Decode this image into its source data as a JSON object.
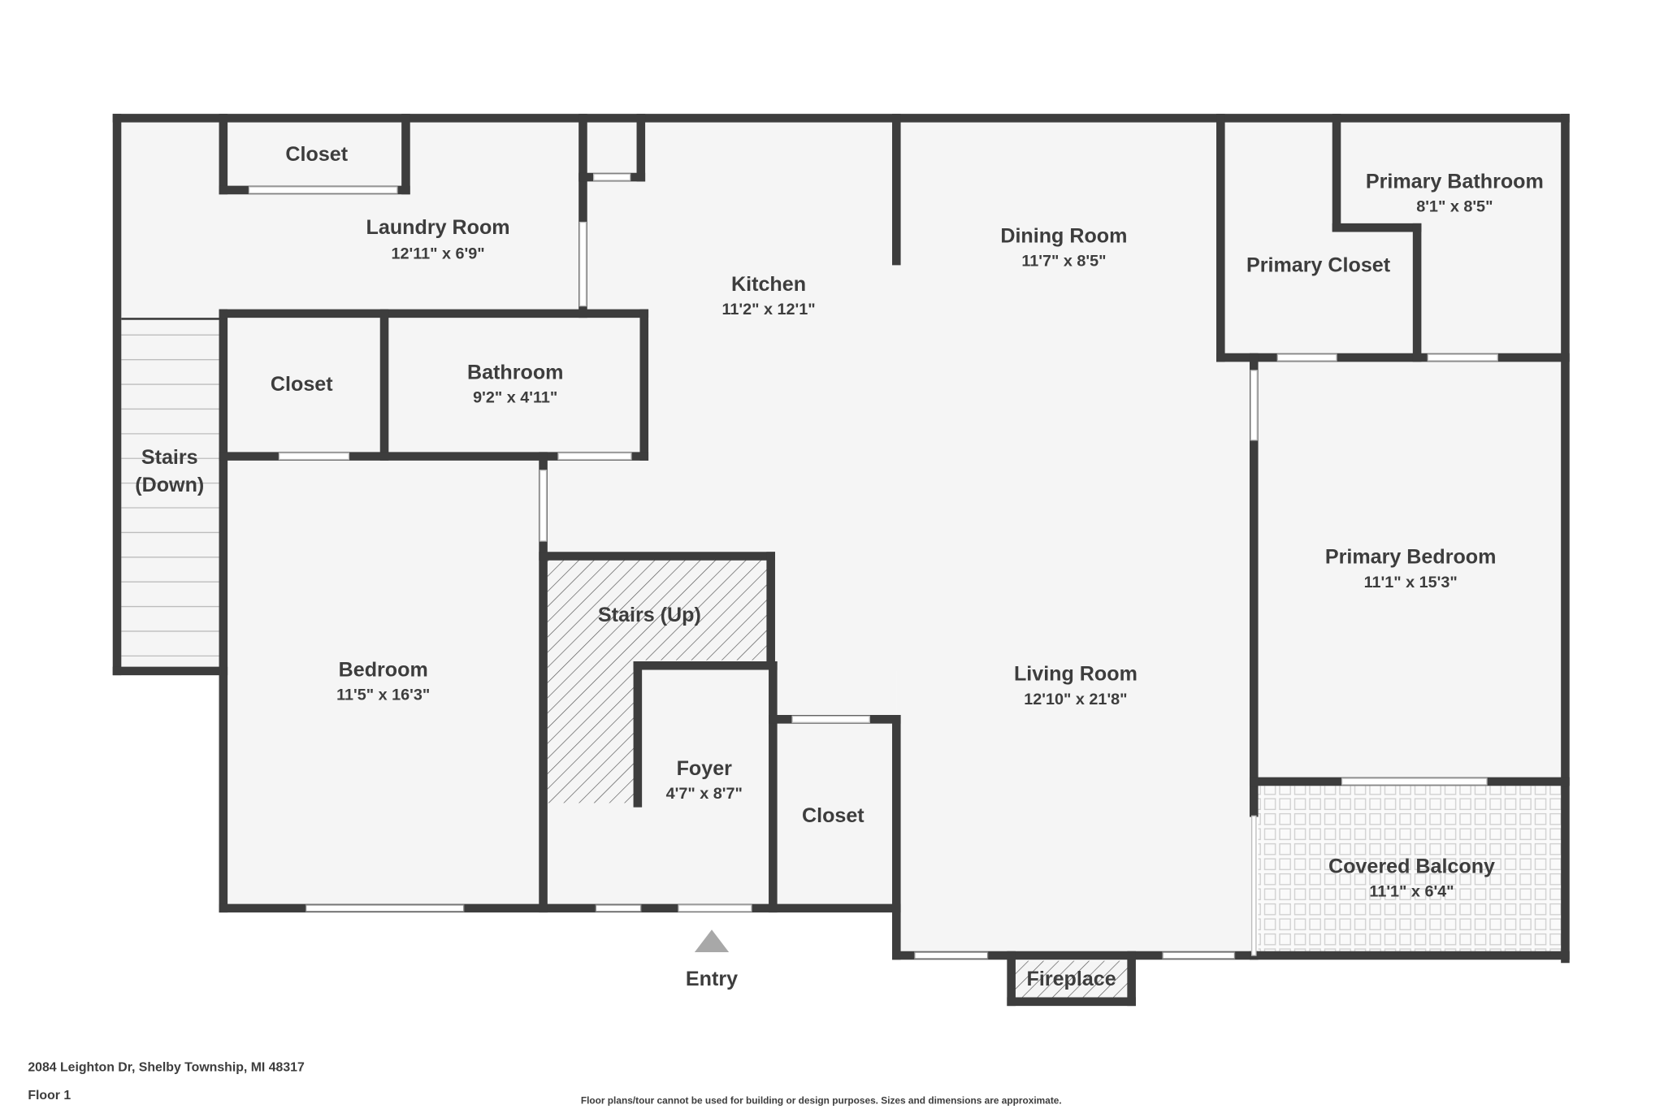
{
  "rooms": [
    {
      "name": "Closet",
      "dims": ""
    },
    {
      "name": "Laundry Room",
      "dims": "12'11\" x 6'9\""
    },
    {
      "name": "Kitchen",
      "dims": "11'2\" x 12'1\""
    },
    {
      "name": "Dining Room",
      "dims": "11'7\" x 8'5\""
    },
    {
      "name": "Primary Bathroom",
      "dims": "8'1\" x 8'5\""
    },
    {
      "name": "Primary Closet",
      "dims": ""
    },
    {
      "name": "Closet",
      "dims": ""
    },
    {
      "name": "Bathroom",
      "dims": "9'2\" x 4'11\""
    },
    {
      "name": "Stairs",
      "dims": "(Down)"
    },
    {
      "name": "Primary Bedroom",
      "dims": "11'1\" x 15'3\""
    },
    {
      "name": "Stairs (Up)",
      "dims": ""
    },
    {
      "name": "Bedroom",
      "dims": "11'5\" x 16'3\""
    },
    {
      "name": "Living Room",
      "dims": "12'10\" x 21'8\""
    },
    {
      "name": "Foyer",
      "dims": "4'7\" x 8'7\""
    },
    {
      "name": "Closet",
      "dims": ""
    },
    {
      "name": "Covered Balcony",
      "dims": "11'1\" x 6'4\""
    },
    {
      "name": "Fireplace",
      "dims": ""
    }
  ],
  "entry_label": "Entry",
  "footer": {
    "address": "2084 Leighton Dr, Shelby Township, MI 48317",
    "floor": "Floor 1",
    "disclaimer": "Floor plans/tour cannot be used for building or design purposes. Sizes and dimensions are approximate."
  },
  "colors": {
    "wall": "#3d3d3d",
    "floor": "#f5f5f5",
    "background": "#ffffff"
  }
}
